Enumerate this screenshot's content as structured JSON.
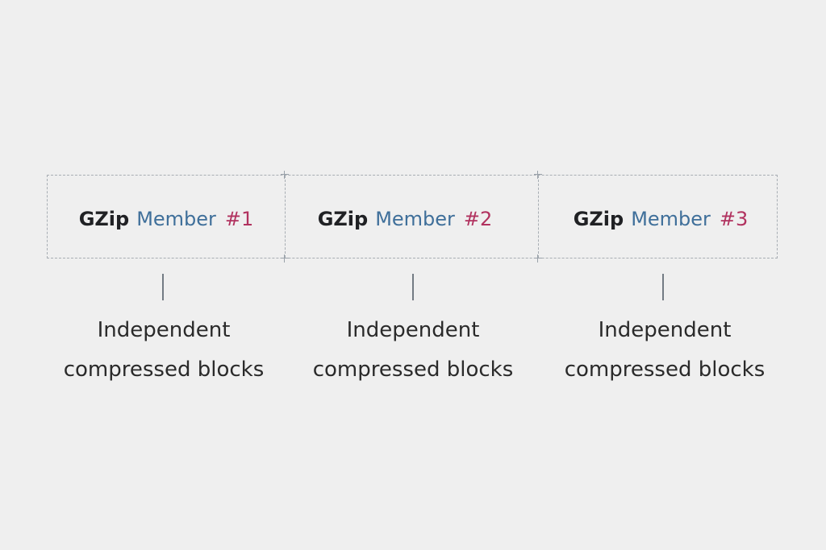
{
  "diagram": {
    "members": [
      {
        "gzip_label": "GZip",
        "member_label": "Member",
        "number_label": "#1",
        "caption": "Independent\ncompressed blocks"
      },
      {
        "gzip_label": "GZip",
        "member_label": "Member",
        "number_label": "#2",
        "caption": "Independent\ncompressed blocks"
      },
      {
        "gzip_label": "GZip",
        "member_label": "Member",
        "number_label": "#3",
        "caption": "Independent\ncompressed blocks"
      }
    ],
    "colors": {
      "background": "#efefef",
      "gzip_text": "#202124",
      "member_text": "#3f6f9a",
      "number_text": "#b1325f",
      "caption_text": "#2a2a2a",
      "dashed_outline": "#a7adb3",
      "connector": "#737b84"
    }
  }
}
